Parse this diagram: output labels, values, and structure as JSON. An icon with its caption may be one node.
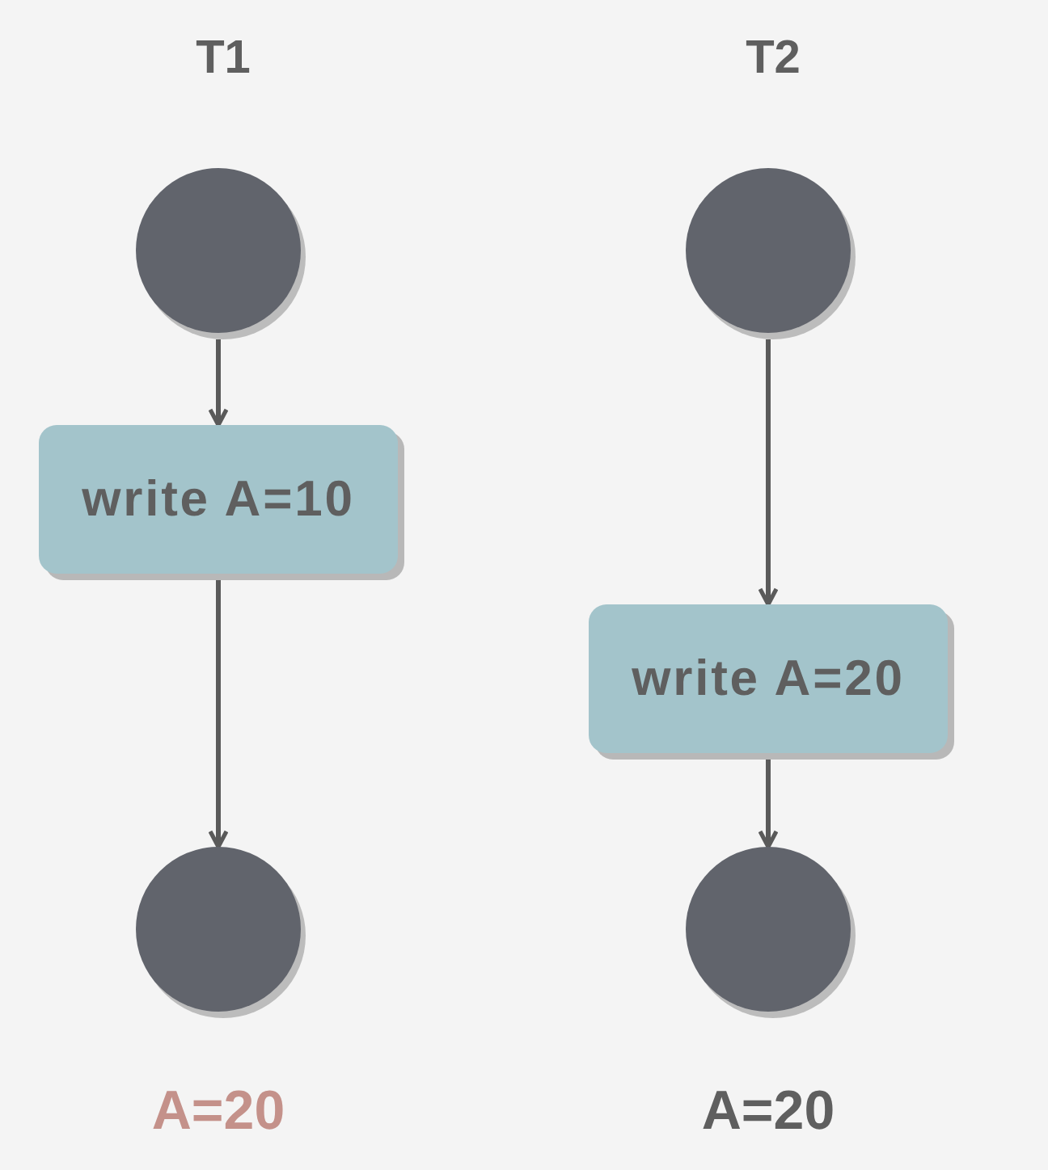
{
  "diagram": {
    "nodes": [
      {
        "text": [],
        "shape": "circle"
      },
      {
        "text": [
          "write A=10"
        ]
      },
      {
        "text": [],
        "shape": "circle",
        "beside": [
          "A=20"
        ]
      },
      {
        "text": [],
        "shape": "circle"
      },
      {
        "text": [
          "write A=20"
        ]
      },
      {
        "text": [],
        "shape": "circle",
        "beside": [
          "A=20"
        ]
      }
    ],
    "edges": [
      {
        "from": 0,
        "to": 1,
        "arrow": "to"
      },
      {
        "from": 1,
        "to": 2,
        "arrow": "to"
      },
      {
        "from": 3,
        "to": 4,
        "arrow": "to"
      },
      {
        "from": 4,
        "to": 5,
        "arrow": "to"
      }
    ],
    "labels": [
      "T1",
      "T2"
    ]
  }
}
